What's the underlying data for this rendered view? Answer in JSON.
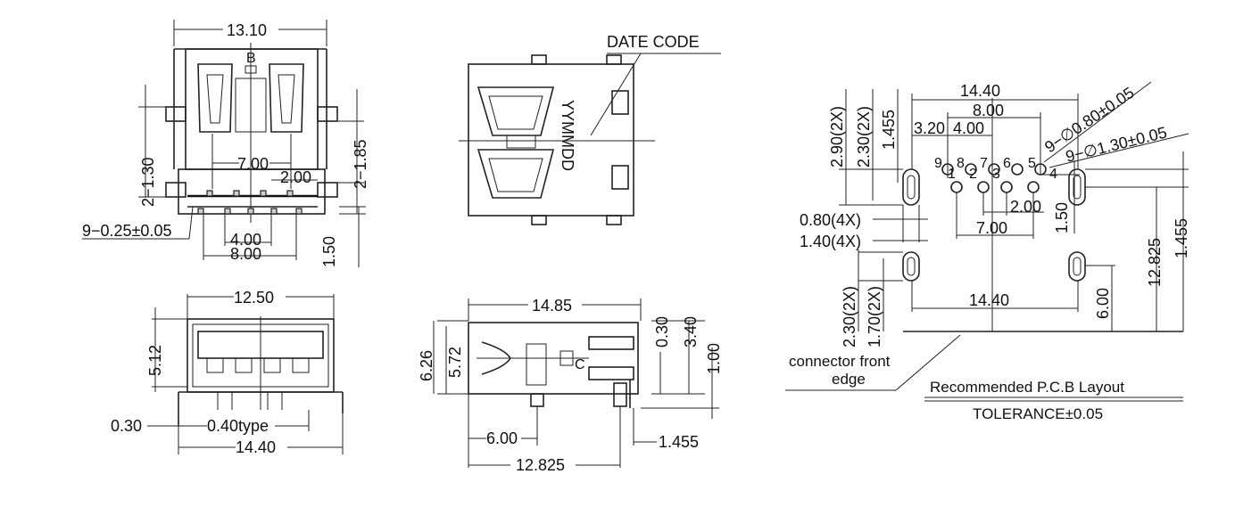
{
  "top_view": {
    "width": "13.10",
    "mark_b": "B",
    "pitch_outer": "7.00",
    "pitch_inner": "2.00",
    "pin_span_inner": "4.00",
    "pin_span_outer": "8.00",
    "tab_pitch_left": "2−1.30",
    "tab_pitch_right": "2−1.85",
    "pin_size": "9−0.25±0.05",
    "depth": "1.50"
  },
  "side_view": {
    "date_code": "DATE CODE",
    "date_format": "YYMMDD"
  },
  "front_view": {
    "width": "12.50",
    "height": "5.12",
    "offset": "0.30",
    "type_label": "0.40type",
    "span": "14.40"
  },
  "profile_view": {
    "length": "14.85",
    "h_total": "6.26",
    "h_body": "5.72",
    "t1": "0.30",
    "t2": "3.40",
    "t3": "1.00",
    "mark_c": "C",
    "front": "6.00",
    "overall": "12.825",
    "pin_off": "1.455"
  },
  "pcb_layout": {
    "span_top": "14.40",
    "inner_8": "8.00",
    "d320": "3.20",
    "d400": "4.00",
    "hole_small": "9−∅0.80±0.05",
    "hole_large": "9−∅1.30±0.05",
    "pin_numbers": [
      "9",
      "8",
      "7",
      "6",
      "5",
      "4",
      "3",
      "2",
      "1"
    ],
    "v290": "2.90(2X)",
    "v230": "2.30(2X)",
    "v1455a": "1.455",
    "d080": "0.80(4X)",
    "d140": "1.40(4X)",
    "d200": "2.00",
    "d700": "7.00",
    "v150": "1.50",
    "v12825": "12.825",
    "v1455b": "1.455",
    "v230b": "2.30(2X)",
    "v170": "1.70(2X)",
    "span_bottom": "14.40",
    "v600": "6.00",
    "connector_edge_1": "connector front",
    "connector_edge_2": "edge",
    "title": "Recommended P.C.B Layout",
    "tolerance": "TOLERANCE±0.05"
  }
}
